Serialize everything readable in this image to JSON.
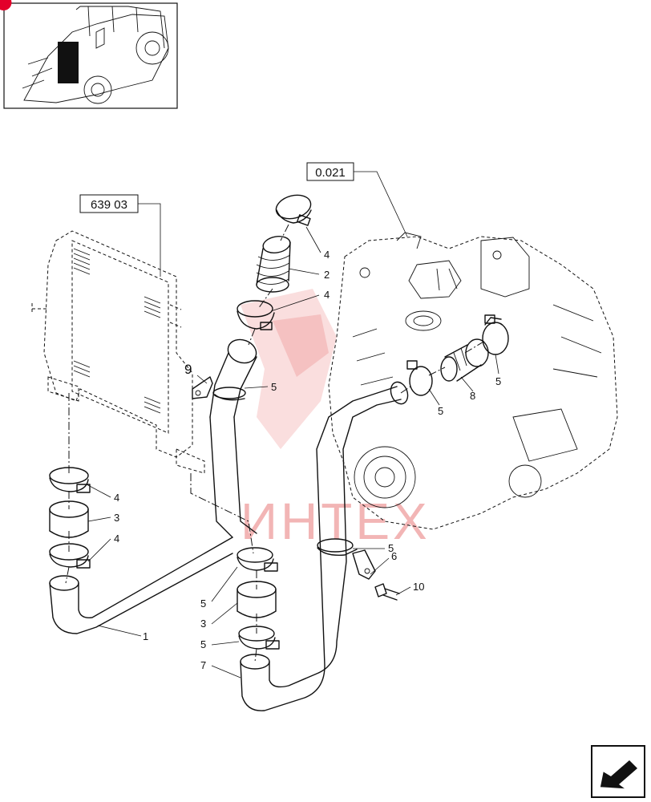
{
  "references": {
    "cooler_ref": "639 03",
    "engine_ref": "0.021"
  },
  "callouts": {
    "c1": "1",
    "c2": "2",
    "c3a": "3",
    "c3b": "3",
    "c4a": "4",
    "c4b": "4",
    "c4c": "4",
    "c4d": "4",
    "c5a": "5",
    "c5b": "5",
    "c5c": "5",
    "c5d": "5",
    "c5e": "5",
    "c5f": "5",
    "c6": "6",
    "c7": "7",
    "c8": "8",
    "c9": "9",
    "c10": "10"
  },
  "watermark": "ИНТЕХ",
  "colors": {
    "line": "#111111",
    "watermark": "#f2b5b5",
    "corner_mark": "#e3002b"
  },
  "icons": {
    "thumbnail": "tractor-thumbnail-icon",
    "navigation": "next-page-arrow-icon"
  }
}
